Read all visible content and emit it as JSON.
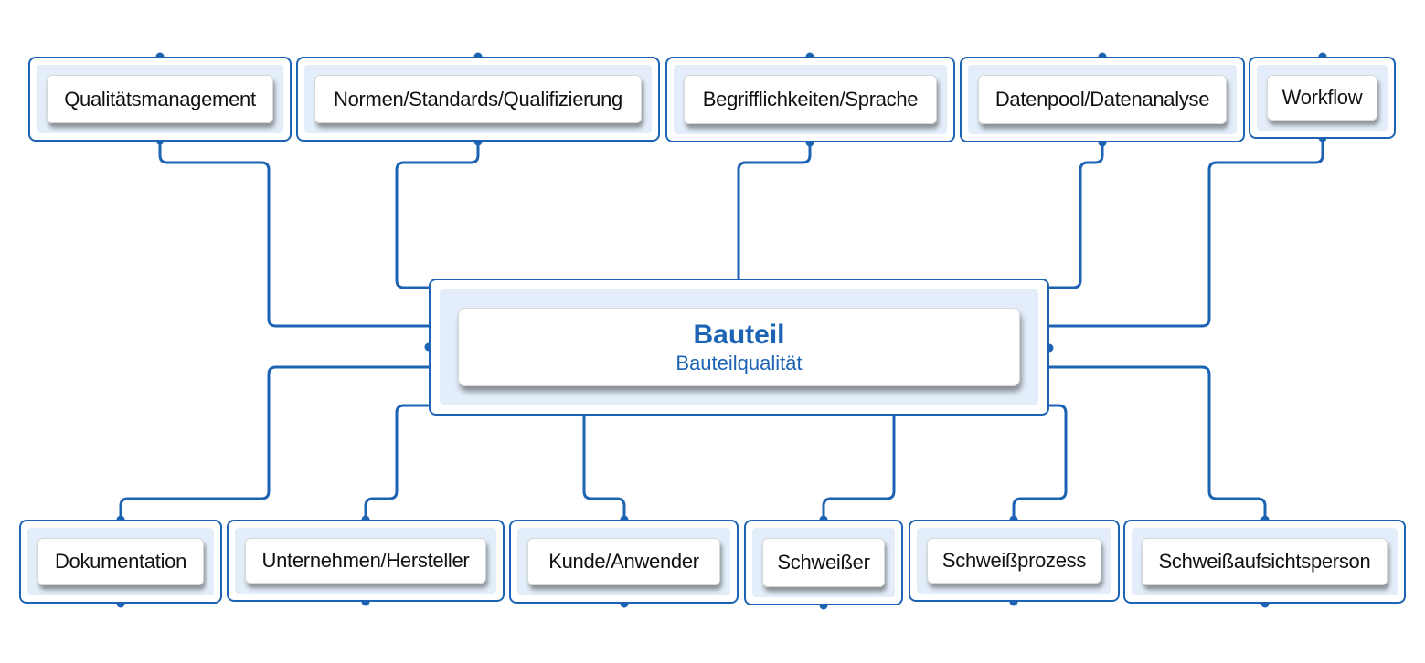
{
  "center": {
    "title": "Bauteil",
    "subtitle": "Bauteilqualität"
  },
  "top_nodes": [
    {
      "label": "Qualitätsmanagement"
    },
    {
      "label": "Normen/Standards/Qualifizierung"
    },
    {
      "label": "Begrifflichkeiten/Sprache"
    },
    {
      "label": "Datenpool/Datenanalyse"
    },
    {
      "label": "Workflow"
    }
  ],
  "bottom_nodes": [
    {
      "label": "Dokumentation"
    },
    {
      "label": "Unternehmen/Hersteller"
    },
    {
      "label": "Kunde/Anwender"
    },
    {
      "label": "Schweißer"
    },
    {
      "label": "Schweißprozess"
    },
    {
      "label": "Schweißaufsichtsperson"
    }
  ],
  "colors": {
    "line": "#1d63b4",
    "box_fill": "#e3eefa",
    "center_text": "#1d63b4",
    "label_text": "#111111"
  }
}
